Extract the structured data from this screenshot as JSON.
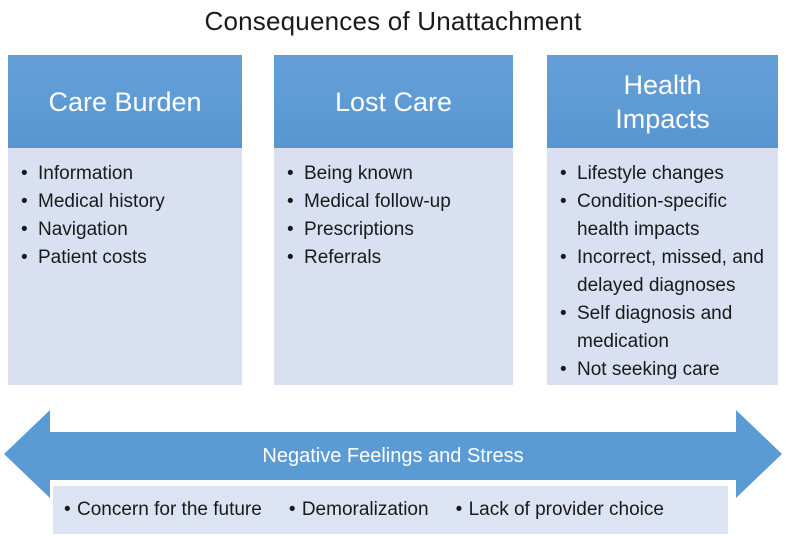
{
  "title": "Consequences of Unattachment",
  "colors": {
    "blue": "#5b9bd5",
    "blue2": "#5996d1",
    "light": "#d8e0f1",
    "footer-light": "#dce3f2",
    "ink": "#1a1a1a",
    "white": "#ffffff"
  },
  "columns": [
    {
      "header": "Care Burden",
      "items": [
        "Information",
        "Medical history",
        "Navigation",
        "Patient costs"
      ]
    },
    {
      "header": "Lost Care",
      "items": [
        "Being known",
        "Medical follow-up",
        "Prescriptions",
        "Referrals"
      ]
    },
    {
      "header": "Health\nImpacts",
      "items": [
        "Lifestyle changes",
        "Condition-specific health impacts",
        "Incorrect, missed, and delayed diagnoses",
        "Self diagnosis and medication",
        "Not seeking care"
      ]
    }
  ],
  "arrow": {
    "label": "Negative Feelings and Stress"
  },
  "footer_box": {
    "items": [
      "Concern for the future",
      "Demoralization",
      "Lack of provider choice"
    ]
  }
}
